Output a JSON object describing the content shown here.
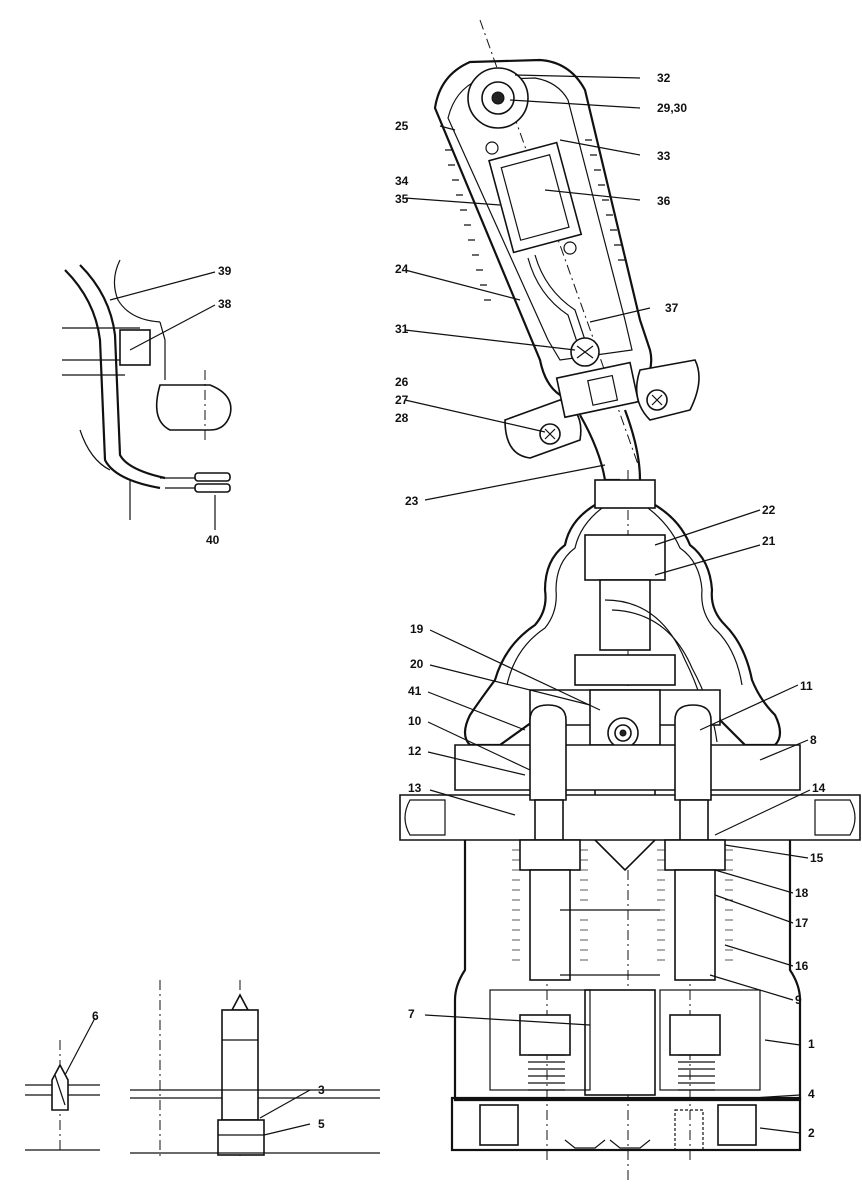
{
  "labels": {
    "l1": "1",
    "l2": "2",
    "l3": "3",
    "l4": "4",
    "l5": "5",
    "l6": "6",
    "l7": "7",
    "l8": "8",
    "l9": "9",
    "l10": "10",
    "l11": "11",
    "l12": "12",
    "l13": "13",
    "l14": "14",
    "l15": "15",
    "l16": "16",
    "l17": "17",
    "l18": "18",
    "l19": "19",
    "l20": "20",
    "l21": "21",
    "l22": "22",
    "l23": "23",
    "l24": "24",
    "l25": "25",
    "l26": "26",
    "l27": "27",
    "l28": "28",
    "l2930": "29,30",
    "l31": "31",
    "l32": "32",
    "l33": "33",
    "l34": "34",
    "l35": "35",
    "l36": "36",
    "l37": "37",
    "l38": "38",
    "l39": "39",
    "l40": "40",
    "l41": "41"
  }
}
